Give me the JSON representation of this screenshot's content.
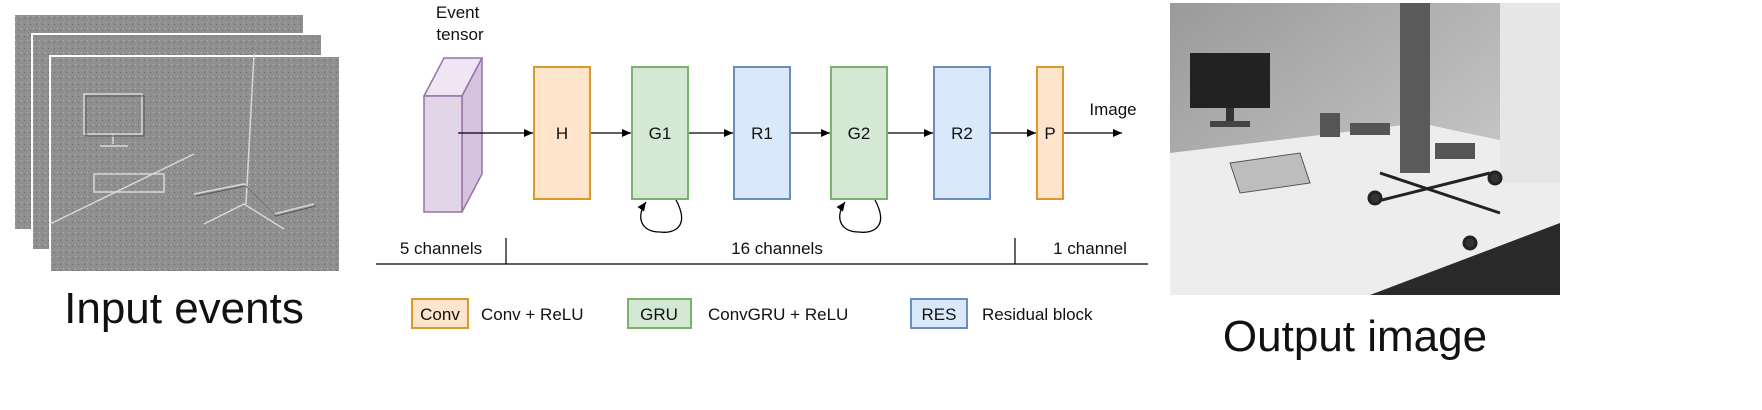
{
  "input_panel": {
    "caption": "Input events"
  },
  "output_panel": {
    "caption": "Output image"
  },
  "network": {
    "input_label": "Event\ntensor",
    "output_label": "Image",
    "blocks": [
      "H",
      "G1",
      "R1",
      "G2",
      "R2",
      "P"
    ],
    "channel_labels": [
      "5 channels",
      "16 channels",
      "1 channel"
    ]
  },
  "legend": [
    {
      "tag": "Conv",
      "text": "Conv + ReLU"
    },
    {
      "tag": "GRU",
      "text": "ConvGRU + ReLU"
    },
    {
      "tag": "RES",
      "text": "Residual block"
    }
  ],
  "colors": {
    "conv_fill": "#fde4cb",
    "conv_stroke": "#d89a2a",
    "gru_fill": "#d5e8d4",
    "gru_stroke": "#7ab36b",
    "res_fill": "#dae8fc",
    "res_stroke": "#6c8ebf",
    "tensor_fill": "#e1d5e7",
    "tensor_stroke": "#9673a6"
  }
}
